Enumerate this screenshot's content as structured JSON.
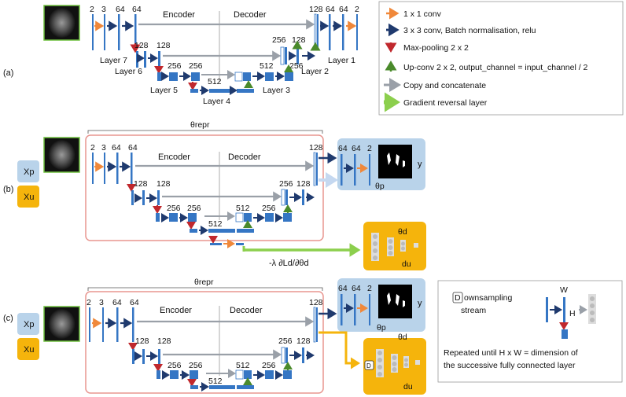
{
  "panels": {
    "a": {
      "tag": "(a)",
      "encoder": "Encoder",
      "decoder": "Decoder",
      "layers": [
        "Layer 7",
        "Layer 6",
        "Layer 5",
        "Layer 4",
        "Layer 3",
        "Layer 2",
        "Layer 1"
      ],
      "top_left_nums": [
        "2",
        "3",
        "64",
        "64"
      ],
      "top_right_nums": [
        "128",
        "64",
        "64",
        "2"
      ],
      "l6_nums": [
        "128",
        "128"
      ],
      "l5_nums": [
        "256",
        "256"
      ],
      "l4_num": "512",
      "l3_num": "512",
      "l3_out": "256",
      "l2_nums": [
        "256",
        "128"
      ]
    },
    "b": {
      "tag": "(b)",
      "theta_repr": "θrepr",
      "xp": "Xp",
      "xu": "Xu",
      "encoder": "Encoder",
      "decoder": "Decoder",
      "top_nums": [
        "2",
        "3",
        "64",
        "64"
      ],
      "top_right": "128",
      "r2_nums": [
        "128",
        "128"
      ],
      "r2_right": [
        "256",
        "128"
      ],
      "r3_nums": [
        "256",
        "256"
      ],
      "r3_right": [
        "512",
        "256"
      ],
      "r4": "512",
      "head_nums": [
        "64",
        "64",
        "2"
      ],
      "y": "y",
      "theta_p": "θp",
      "theta_d": "θd",
      "d_u": "du",
      "grad_label": "-λ ∂Ld/∂θd"
    },
    "c": {
      "tag": "(c)",
      "theta_repr": "θrepr",
      "xp": "Xp",
      "xu": "Xu",
      "encoder": "Encoder",
      "decoder": "Decoder",
      "top_nums": [
        "2",
        "3",
        "64",
        "64"
      ],
      "top_right": "128",
      "r2_nums": [
        "128",
        "128"
      ],
      "r2_right": [
        "256",
        "128"
      ],
      "r3_nums": [
        "256",
        "256"
      ],
      "r3_right": [
        "512",
        "256"
      ],
      "r4": "512",
      "head_nums": [
        "64",
        "64",
        "2"
      ],
      "y": "y",
      "theta_p": "θp",
      "theta_d": "θd",
      "d_u": "du",
      "d_box": "D"
    }
  },
  "legend": {
    "items": [
      {
        "label": "1 x 1 conv",
        "icon": "orange-arrow",
        "color": "#f0883a"
      },
      {
        "label": "3 x 3 conv, Batch normalisation, relu",
        "icon": "navy-arrow",
        "color": "#1f3a6e"
      },
      {
        "label": "Max-pooling 2 x 2",
        "icon": "red-down-arrow",
        "color": "#c0282d"
      },
      {
        "label": "Up-conv 2 x 2, output_channel = input_channel / 2",
        "icon": "green-up-arrow",
        "color": "#4a8a2b"
      },
      {
        "label": "Copy and concatenate",
        "icon": "gray-arrow",
        "color": "#9aa0a8"
      },
      {
        "label": "Gradient reversal layer",
        "icon": "lightgreen-arrow",
        "color": "#8ccf4d"
      }
    ]
  },
  "downsampling_box": {
    "d_letter": "D",
    "title_rest": "ownsampling",
    "title_line2": "stream",
    "w": "W",
    "h": "H",
    "caption_line1": "Repeated until H x W = dimension of",
    "caption_line2": "the successive fully connected layer"
  },
  "colors": {
    "block_blue": "#3576c4",
    "navy": "#1f3a6e",
    "orange": "#f0883a",
    "red": "#c0282d",
    "green": "#4a8a2b",
    "gray": "#9aa0a8",
    "grad_green": "#8ccf4d",
    "repr_border": "#e8958f",
    "head_bg": "#b9d3ea",
    "domain_bg": "#f5b40c",
    "xp_bg": "#b9d3ea",
    "xu_bg": "#f5b40c"
  }
}
